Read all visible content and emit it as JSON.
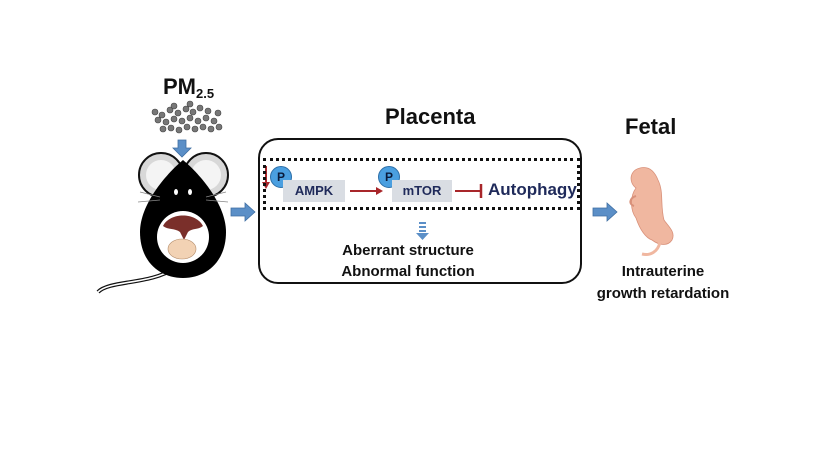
{
  "exposure": {
    "label_main": "PM",
    "label_sub": "2.5"
  },
  "placenta": {
    "title": "Placenta",
    "pathway": {
      "proteins": [
        {
          "name": "AMPK",
          "phospho_label": "P"
        },
        {
          "name": "mTOR",
          "phospho_label": "P"
        }
      ],
      "target": "Autophagy"
    },
    "outcomes": [
      "Aberrant structure",
      "Abnormal function"
    ]
  },
  "fetal": {
    "title": "Fetal",
    "outcome_lines": [
      "Intrauterine",
      "growth retardation"
    ]
  },
  "colors": {
    "arrow_blue": "#5b8fc7",
    "inhibit_red": "#a8262a",
    "protein_text": "#1f2a5a",
    "protein_bg": "#d9dde3",
    "phospho_circle": "#4a9fe0"
  }
}
